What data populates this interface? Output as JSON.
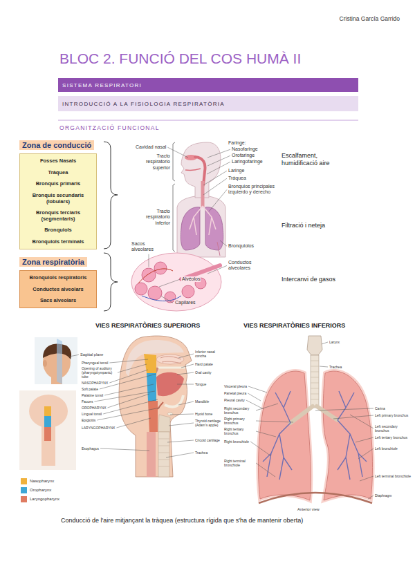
{
  "diagram": {
    "title": "BLOC 2. FUNCIÓ DEL COS HUMÀ II",
    "caption": "Conducció de l'aire mitjançant la tràquea (estructura rígida que s'ha de mantenir oberta)",
    "nodes": [
      {
        "text": [
          "SISTEMA RESPIRATORI"
        ]
      },
      {
        "text": [
          "INTRODUCCIÓ A LA FISIOLOGIA RESPIRATÒRIA"
        ]
      },
      {
        "text": [
          "Zona de conducció"
        ]
      },
      {
        "text": [
          "Fosses Nasals"
        ],
        "in": 2
      },
      {
        "text": [
          "Tràquea"
        ],
        "in": 2
      },
      {
        "text": [
          "Bronquis primaris"
        ],
        "in": 2
      },
      {
        "text": [
          "Bronquis secundaris (lobulars)"
        ],
        "in": 2
      },
      {
        "text": [
          "Bronquis terciaris (segmentaris)"
        ],
        "in": 2
      },
      {
        "text": [
          "Bronquiols"
        ],
        "in": 2
      },
      {
        "text": [
          "Bronquiols terminals"
        ],
        "in": 2
      },
      {
        "text": [
          "Zona respiratòria"
        ]
      },
      {
        "text": [
          "Bronquiols respiratoris"
        ],
        "in": 10
      },
      {
        "text": [
          "Conductes alveolars"
        ],
        "in": 10
      },
      {
        "text": [
          "Sacs alveolars"
        ],
        "in": 10
      }
    ],
    "edges": [
      {
        "from": 3,
        "to": 4,
        "arrow": "to"
      },
      {
        "from": 4,
        "to": 5,
        "arrow": "to"
      },
      {
        "from": 5,
        "to": 6,
        "arrow": "to"
      },
      {
        "from": 6,
        "to": 7,
        "arrow": "to"
      },
      {
        "from": 7,
        "to": 8,
        "arrow": "to"
      },
      {
        "from": 8,
        "to": 9,
        "arrow": "to"
      },
      {
        "from": 11,
        "to": 12,
        "arrow": "to"
      },
      {
        "from": 12,
        "to": 13,
        "arrow": "to"
      }
    ],
    "labels": [
      "Cristina García Garrido",
      "ORGANITZACIÓ FUNCIONAL",
      "Cavidad nasal",
      "Faringe:",
      "Nasofaringe",
      "Orofaringe",
      "Laringofaringe",
      "Escalfament, humidificació aire",
      "Tracto respiratorio superior",
      "Laringe",
      "Tráquea",
      "Bronquios principales izquierdo y derecho",
      "Tracto respiratorio inferior",
      "Filtració i neteja",
      "Sacos alveolares",
      "Bronquiolos",
      "Conductos alveolares",
      "Alvéolos",
      "Intercanvi de gasos",
      "Capilares",
      "VIES RESPIRATÒRIES SUPERIORS",
      "VIES RESPIRATÒRIES INFERIORS",
      "Sagittal plane",
      "Pharyngeal tonsil",
      "Opening of auditory (pharyngotympanic) tube",
      "NASOPHARYNX",
      "Soft palate",
      "Palatine tonsil",
      "Fauces",
      "OROPHARYNX",
      "Lingual tonsil",
      "Epiglottis",
      "LARYNGOPHARYNX",
      "Esophagus",
      "Inferior nasal concha",
      "Hard palate",
      "Oral cavity",
      "Tongue",
      "Mandible",
      "Hyoid bone",
      "Thyroid cartilage (Adam's apple)",
      "Cricoid cartilage",
      "Trachea",
      "Larynx",
      "Trachea",
      "Visceral pleura",
      "Parietal pleura",
      "Pleural cavity",
      "Right secondary bronchus",
      "Right primary bronchus",
      "Right tertiary bronchus",
      "Right bronchiole",
      "Right terminal bronchiole",
      "Carina",
      "Left primary bronchus",
      "Left secondary bronchus",
      "Left tertiary bronchus",
      "Left bronchiole",
      "Left terminal bronchiole",
      "Diaphragm",
      "Anterior view"
    ],
    "legend": [
      {
        "text": "Nasopharynx",
        "color": "#f0b23e"
      },
      {
        "text": "Oropharynx",
        "color": "#3ea7d6"
      },
      {
        "text": "Laryngopharynx",
        "color": "#df7b61"
      }
    ]
  }
}
